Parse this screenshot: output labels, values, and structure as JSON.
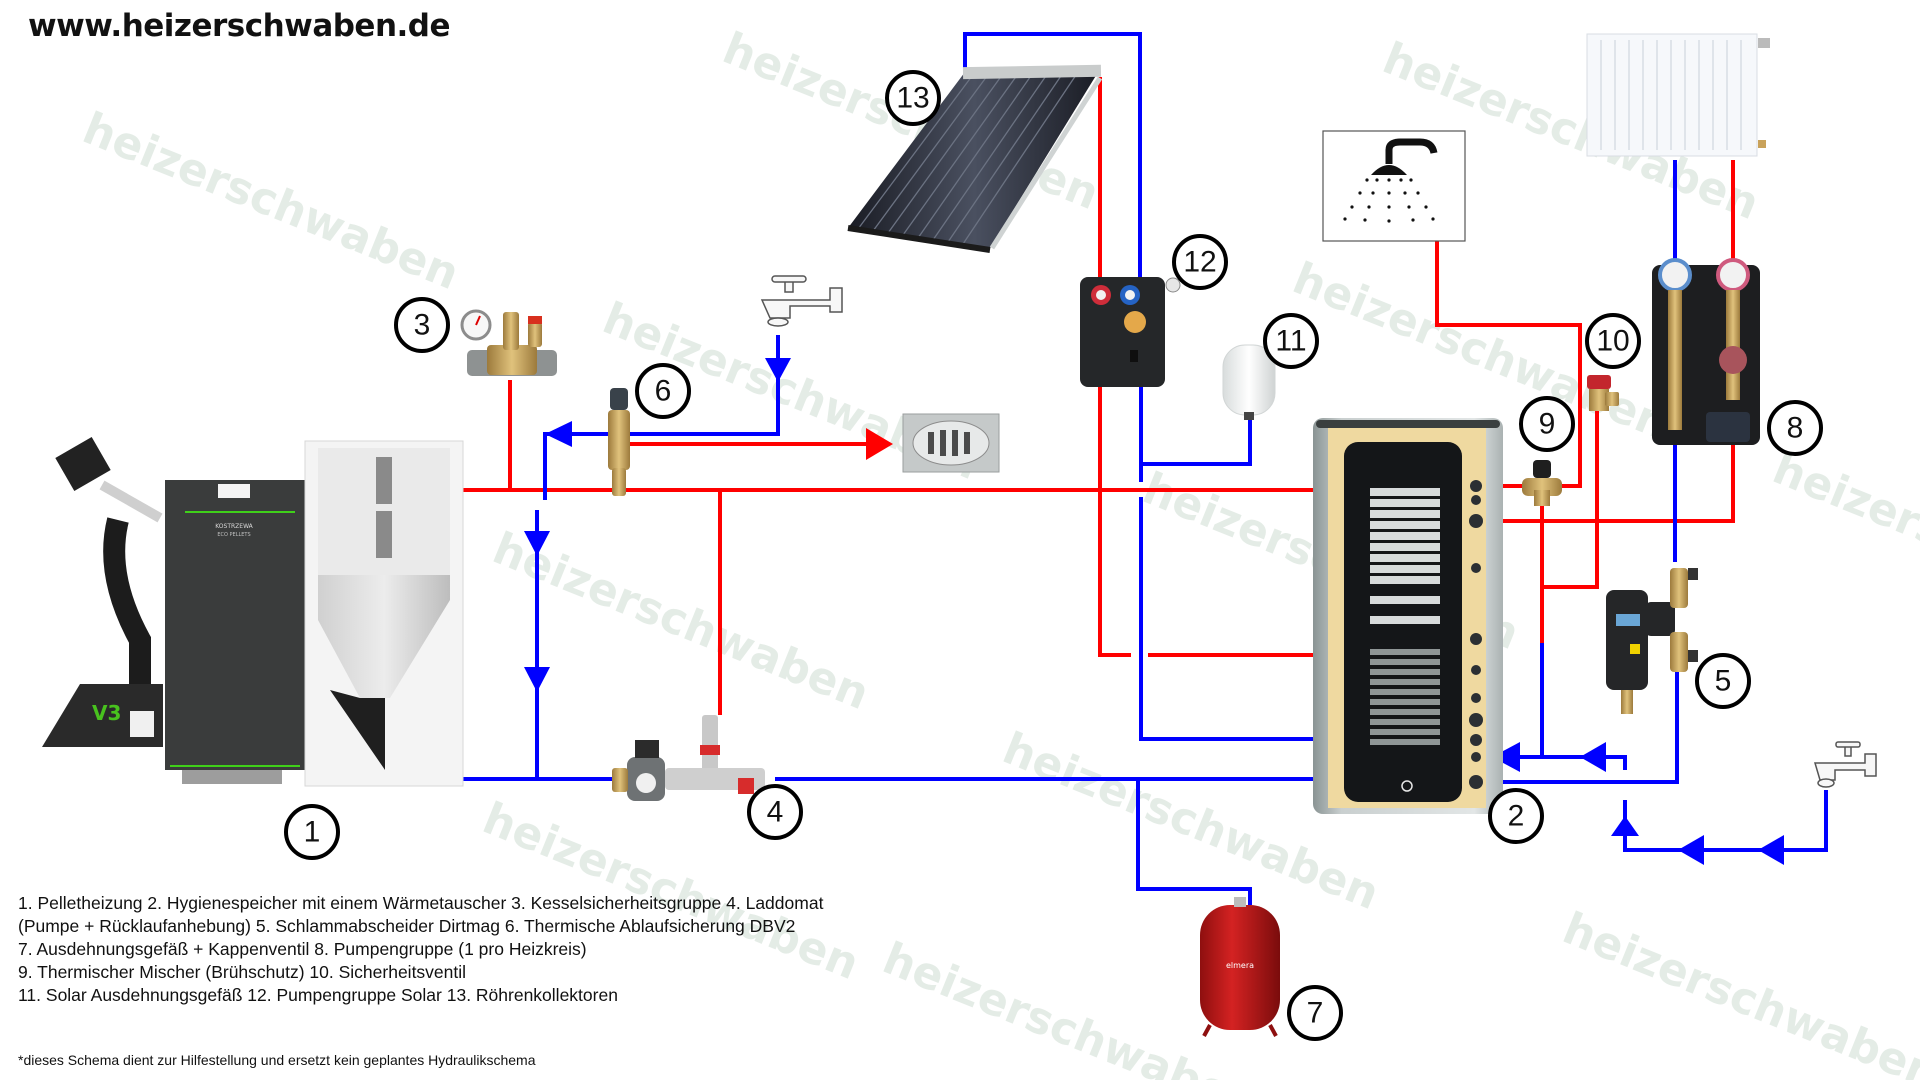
{
  "header": {
    "site_url": "www.heizerschwaben.de"
  },
  "watermark": {
    "text": "heizerschwaben"
  },
  "colors": {
    "hot_pipe": "#ff0000",
    "cold_pipe": "#0000ff",
    "label_ring": "#000000"
  },
  "components": [
    {
      "number": "1",
      "name": "Pelletheizung"
    },
    {
      "number": "2",
      "name": "Hygienespeicher mit einem Wärmetauscher"
    },
    {
      "number": "3",
      "name": "Kesselsicherheitsgruppe"
    },
    {
      "number": "4",
      "name": "Laddomat"
    },
    {
      "number": "5",
      "name": "Schlammabscheider Dirtmag"
    },
    {
      "number": "6",
      "name": "Thermische Ablaufsicherung DBV2"
    },
    {
      "number": "7",
      "name": "Ausdehnungsgefäß + Kappenventil"
    },
    {
      "number": "8",
      "name": "Pumpengruppe (1 pro Heizkreis)"
    },
    {
      "number": "9",
      "name": "Thermischer Mischer (Brühschutz)"
    },
    {
      "number": "10",
      "name": "Sicherheitsventil"
    },
    {
      "number": "11",
      "name": "Solar Ausdehnungsgefäß"
    },
    {
      "number": "12",
      "name": "Pumpengruppe Solar"
    },
    {
      "number": "13",
      "name": "Röhrenkollektoren"
    }
  ],
  "legend": {
    "lines": [
      "1. Pelletheizung   2. Hygienespeicher mit einem Wärmetauscher   3. Kesselsicherheitsgruppe   4. Laddomat",
      "(Pumpe + Rücklaufanhebung) 5. Schlammabscheider Dirtmag   6. Thermische Ablaufsicherung DBV2",
      "7. Ausdehnungsgefäß + Kappenventil   8. Pumpengruppe (1 pro Heizkreis)",
      "9. Thermischer Mischer (Brühschutz)   10. Sicherheitsventil",
      "11. Solar Ausdehnungsgefäß   12. Pumpengruppe Solar   13. Röhrenkollektoren"
    ],
    "disclaimer": "*dieses Schema dient zur Hilfestellung und ersetzt kein geplantes Hydraulikschema"
  },
  "labels": {
    "boiler_brand": "KOSTRZEWA",
    "boiler_model": "ECO PELLETS",
    "burner_logo": "V3",
    "expansion_vessel_brand": "elmera"
  }
}
